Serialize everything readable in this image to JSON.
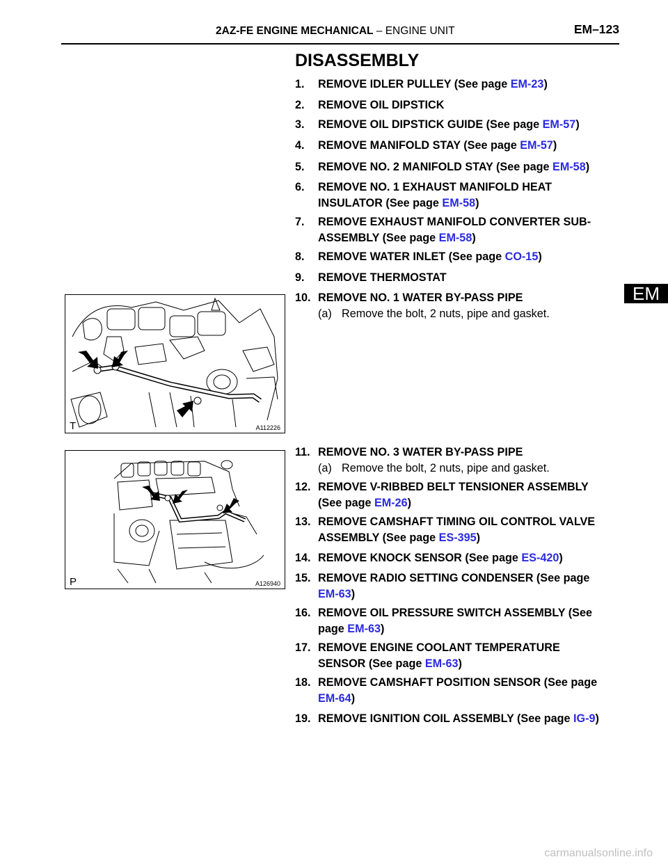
{
  "header": {
    "title_bold": "2AZ-FE ENGINE MECHANICAL",
    "title_rest": "–  ENGINE UNIT",
    "page_code": "EM–123"
  },
  "tab_label": "EM",
  "section_title": "DISASSEMBLY",
  "steps": [
    {
      "num": "1.",
      "lines": [
        {
          "text": "REMOVE IDLER PULLEY (See page ",
          "link": "EM-23",
          "after": ")"
        }
      ]
    },
    {
      "num": "2.",
      "lines": [
        {
          "text": "REMOVE OIL DIPSTICK"
        }
      ]
    },
    {
      "num": "3.",
      "lines": [
        {
          "text": "REMOVE OIL DIPSTICK GUIDE (See page ",
          "link": "EM-57",
          "after": ")"
        }
      ]
    },
    {
      "num": "4.",
      "lines": [
        {
          "text": "REMOVE MANIFOLD STAY (See page ",
          "link": "EM-57",
          "after": ")"
        }
      ]
    },
    {
      "num": "5.",
      "lines": [
        {
          "text": "REMOVE NO. 2 MANIFOLD STAY (See page ",
          "link": "EM-58",
          "after": ")"
        }
      ]
    },
    {
      "num": "6.",
      "lines": [
        {
          "text": "REMOVE NO. 1 EXHAUST MANIFOLD HEAT"
        },
        {
          "text": "INSULATOR (See page ",
          "link": "EM-58",
          "after": ")"
        }
      ]
    },
    {
      "num": "7.",
      "lines": [
        {
          "text": "REMOVE EXHAUST MANIFOLD CONVERTER SUB-"
        },
        {
          "text": "ASSEMBLY (See page ",
          "link": "EM-58",
          "after": ")"
        }
      ]
    },
    {
      "num": "8.",
      "lines": [
        {
          "text": "REMOVE WATER INLET (See page ",
          "link": "CO-15",
          "after": ")"
        }
      ]
    },
    {
      "num": "9.",
      "lines": [
        {
          "text": "REMOVE THERMOSTAT"
        }
      ]
    },
    {
      "num": "10.",
      "lines": [
        {
          "text": "REMOVE NO. 1 WATER BY-PASS PIPE"
        }
      ],
      "sub": {
        "label": "(a)",
        "text": "Remove the bolt, 2 nuts, pipe and gasket."
      }
    },
    {
      "num": "11.",
      "lines": [
        {
          "text": "REMOVE NO. 3 WATER BY-PASS PIPE"
        }
      ],
      "sub": {
        "label": "(a)",
        "text": "Remove the bolt, 2 nuts, pipe and gasket."
      }
    },
    {
      "num": "12.",
      "lines": [
        {
          "text": "REMOVE V-RIBBED BELT TENSIONER ASSEMBLY"
        },
        {
          "text": "(See page ",
          "link": "EM-26",
          "after": ")"
        }
      ]
    },
    {
      "num": "13.",
      "lines": [
        {
          "text": "REMOVE CAMSHAFT TIMING OIL CONTROL VALVE"
        },
        {
          "text": "ASSEMBLY (See page ",
          "link": "ES-395",
          "after": ")"
        }
      ]
    },
    {
      "num": "14.",
      "lines": [
        {
          "text": "REMOVE KNOCK SENSOR (See page ",
          "link": "ES-420",
          "after": ")"
        }
      ]
    },
    {
      "num": "15.",
      "lines": [
        {
          "text": "REMOVE RADIO SETTING CONDENSER (See page"
        },
        {
          "text": "",
          "link": "EM-63",
          "after": ")"
        }
      ]
    },
    {
      "num": "16.",
      "lines": [
        {
          "text": "REMOVE OIL PRESSURE SWITCH ASSEMBLY (See"
        },
        {
          "text": "page ",
          "link": "EM-63",
          "after": ")"
        }
      ]
    },
    {
      "num": "17.",
      "lines": [
        {
          "text": "REMOVE ENGINE COOLANT TEMPERATURE"
        },
        {
          "text": "SENSOR (See page ",
          "link": "EM-63",
          "after": ")"
        }
      ]
    },
    {
      "num": "18.",
      "lines": [
        {
          "text": "REMOVE CAMSHAFT POSITION SENSOR (See page"
        },
        {
          "text": "",
          "link": "EM-64",
          "after": ")"
        }
      ]
    },
    {
      "num": "19.",
      "lines": [
        {
          "text": "REMOVE IGNITION COIL ASSEMBLY (See page ",
          "link": "IG-9",
          "after": ")"
        }
      ]
    }
  ],
  "figures": [
    {
      "letter": "T",
      "code": "A112226"
    },
    {
      "letter": "P",
      "code": "A126940"
    }
  ],
  "link_color": "#2a2ae0",
  "watermark": "carmanualsonline.info"
}
